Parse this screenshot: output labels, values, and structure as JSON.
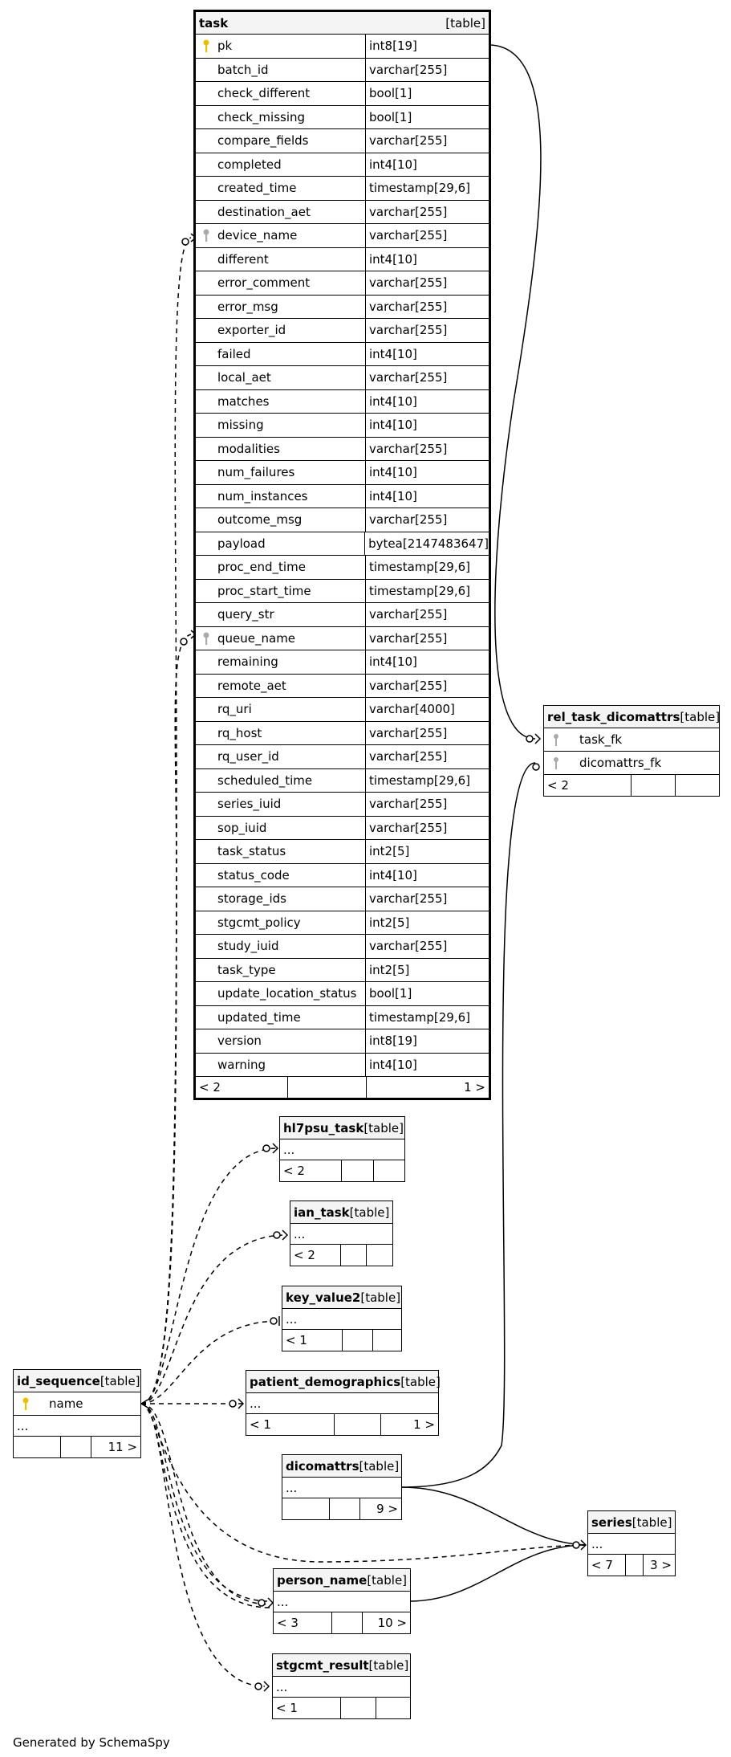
{
  "table_kind": "[table]",
  "ellipsis": "...",
  "task": {
    "name": "task",
    "columns": [
      {
        "name": "pk",
        "type": "int8[19]",
        "key": "primary"
      },
      {
        "name": "batch_id",
        "type": "varchar[255]"
      },
      {
        "name": "check_different",
        "type": "bool[1]"
      },
      {
        "name": "check_missing",
        "type": "bool[1]"
      },
      {
        "name": "compare_fields",
        "type": "varchar[255]"
      },
      {
        "name": "completed",
        "type": "int4[10]"
      },
      {
        "name": "created_time",
        "type": "timestamp[29,6]"
      },
      {
        "name": "destination_aet",
        "type": "varchar[255]"
      },
      {
        "name": "device_name",
        "type": "varchar[255]",
        "key": "foreign"
      },
      {
        "name": "different",
        "type": "int4[10]"
      },
      {
        "name": "error_comment",
        "type": "varchar[255]"
      },
      {
        "name": "error_msg",
        "type": "varchar[255]"
      },
      {
        "name": "exporter_id",
        "type": "varchar[255]"
      },
      {
        "name": "failed",
        "type": "int4[10]"
      },
      {
        "name": "local_aet",
        "type": "varchar[255]"
      },
      {
        "name": "matches",
        "type": "int4[10]"
      },
      {
        "name": "missing",
        "type": "int4[10]"
      },
      {
        "name": "modalities",
        "type": "varchar[255]"
      },
      {
        "name": "num_failures",
        "type": "int4[10]"
      },
      {
        "name": "num_instances",
        "type": "int4[10]"
      },
      {
        "name": "outcome_msg",
        "type": "varchar[255]"
      },
      {
        "name": "payload",
        "type": "bytea[2147483647]"
      },
      {
        "name": "proc_end_time",
        "type": "timestamp[29,6]"
      },
      {
        "name": "proc_start_time",
        "type": "timestamp[29,6]"
      },
      {
        "name": "query_str",
        "type": "varchar[255]"
      },
      {
        "name": "queue_name",
        "type": "varchar[255]",
        "key": "foreign"
      },
      {
        "name": "remaining",
        "type": "int4[10]"
      },
      {
        "name": "remote_aet",
        "type": "varchar[255]"
      },
      {
        "name": "rq_uri",
        "type": "varchar[4000]"
      },
      {
        "name": "rq_host",
        "type": "varchar[255]"
      },
      {
        "name": "rq_user_id",
        "type": "varchar[255]"
      },
      {
        "name": "scheduled_time",
        "type": "timestamp[29,6]"
      },
      {
        "name": "series_iuid",
        "type": "varchar[255]"
      },
      {
        "name": "sop_iuid",
        "type": "varchar[255]"
      },
      {
        "name": "task_status",
        "type": "int2[5]"
      },
      {
        "name": "status_code",
        "type": "int4[10]"
      },
      {
        "name": "storage_ids",
        "type": "varchar[255]"
      },
      {
        "name": "stgcmt_policy",
        "type": "int2[5]"
      },
      {
        "name": "study_iuid",
        "type": "varchar[255]"
      },
      {
        "name": "task_type",
        "type": "int2[5]"
      },
      {
        "name": "update_location_status",
        "type": "bool[1]"
      },
      {
        "name": "updated_time",
        "type": "timestamp[29,6]"
      },
      {
        "name": "version",
        "type": "int8[19]"
      },
      {
        "name": "warning",
        "type": "int4[10]"
      }
    ],
    "footer": {
      "left": "< 2",
      "right": "1 >"
    }
  },
  "rel_task_dicomattrs": {
    "name": "rel_task_dicomattrs",
    "columns": [
      {
        "name": "task_fk",
        "key": "foreign"
      },
      {
        "name": "dicomattrs_fk",
        "key": "foreign"
      }
    ],
    "footer": {
      "left": "< 2",
      "right": ""
    }
  },
  "hl7psu_task": {
    "name": "hl7psu_task",
    "footer": {
      "left": "< 2",
      "right": ""
    }
  },
  "ian_task": {
    "name": "ian_task",
    "footer": {
      "left": "< 2",
      "right": ""
    }
  },
  "key_value2": {
    "name": "key_value2",
    "footer": {
      "left": "< 1",
      "right": ""
    }
  },
  "patient_demographics": {
    "name": "patient_demographics",
    "footer": {
      "left": "< 1",
      "right": "1 >"
    }
  },
  "id_sequence": {
    "name": "id_sequence",
    "columns": [
      {
        "name": "name",
        "key": "primary"
      }
    ],
    "footer": {
      "left": "",
      "right": "11 >"
    }
  },
  "dicomattrs": {
    "name": "dicomattrs",
    "footer": {
      "left": "",
      "right": "9 >"
    }
  },
  "series": {
    "name": "series",
    "footer": {
      "left": "< 7",
      "right": "3 >"
    }
  },
  "person_name": {
    "name": "person_name",
    "footer": {
      "left": "< 3",
      "right": "10 >"
    }
  },
  "stgcmt_result": {
    "name": "stgcmt_result",
    "footer": {
      "left": "< 1",
      "right": ""
    }
  },
  "footer_note": "Generated by SchemaSpy",
  "colors": {
    "primary_key": "#e8c000",
    "foreign_key": "#aaaaaa",
    "header_bg": "#f4f4f4",
    "line": "#000000"
  }
}
